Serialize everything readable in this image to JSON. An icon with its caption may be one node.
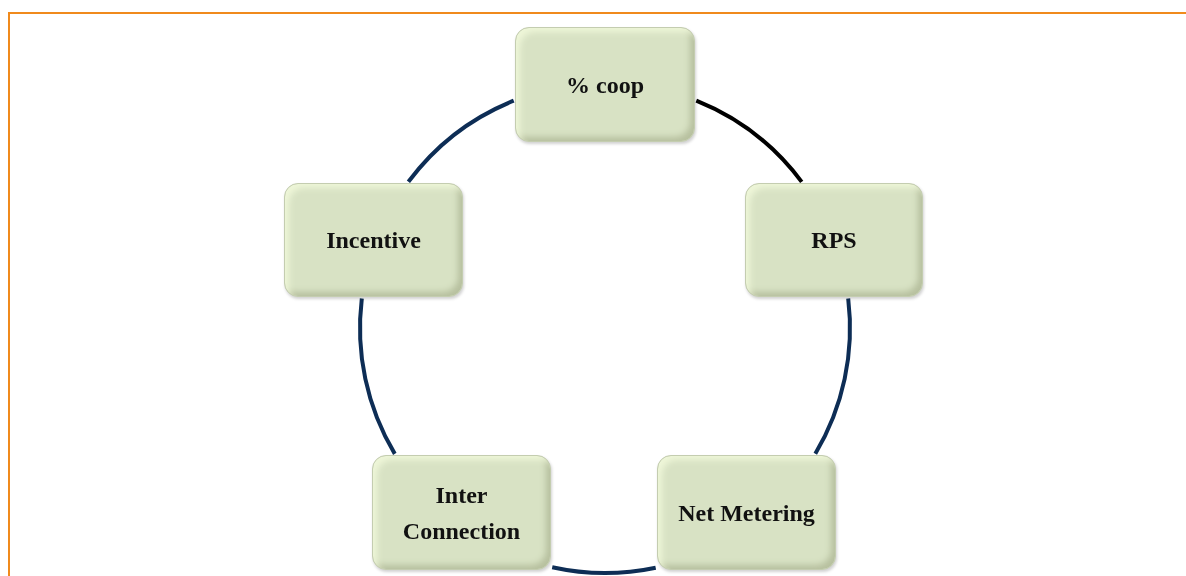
{
  "diagram": {
    "nodes": [
      {
        "text": [
          "% coop"
        ]
      },
      {
        "text": [
          "RPS"
        ]
      },
      {
        "text": [
          "Net Metering"
        ]
      },
      {
        "text": [
          "Inter Connection"
        ]
      },
      {
        "text": [
          "Incentive"
        ]
      }
    ],
    "edges": [
      {
        "from": 0,
        "to": 1,
        "arrow": "none",
        "color": "#000000"
      },
      {
        "from": 1,
        "to": 2,
        "arrow": "none"
      },
      {
        "from": 2,
        "to": 3,
        "arrow": "none"
      },
      {
        "from": 3,
        "to": 4,
        "arrow": "none"
      },
      {
        "from": 4,
        "to": 0,
        "arrow": "none"
      }
    ]
  }
}
